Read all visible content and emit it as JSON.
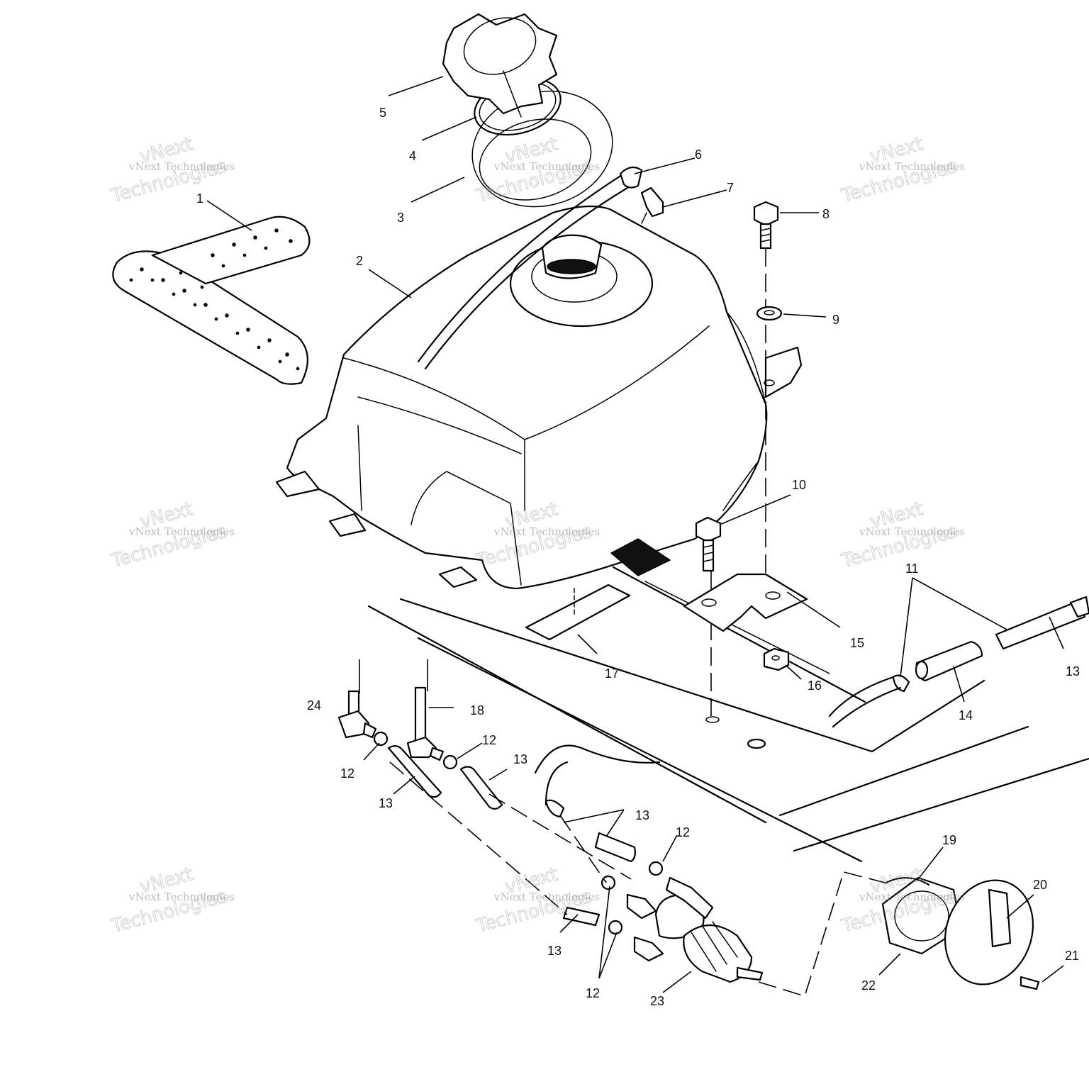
{
  "callouts": [
    {
      "id": "c1",
      "label": "1"
    },
    {
      "id": "c2",
      "label": "2"
    },
    {
      "id": "c3",
      "label": "3"
    },
    {
      "id": "c4",
      "label": "4"
    },
    {
      "id": "c5",
      "label": "5"
    },
    {
      "id": "c6",
      "label": "6"
    },
    {
      "id": "c7",
      "label": "7"
    },
    {
      "id": "c8",
      "label": "8"
    },
    {
      "id": "c9",
      "label": "9"
    },
    {
      "id": "c10",
      "label": "10"
    },
    {
      "id": "c11",
      "label": "11"
    },
    {
      "id": "c12a",
      "label": "12"
    },
    {
      "id": "c12b",
      "label": "12"
    },
    {
      "id": "c12c",
      "label": "12"
    },
    {
      "id": "c12d",
      "label": "12"
    },
    {
      "id": "c13a",
      "label": "13"
    },
    {
      "id": "c13b",
      "label": "13"
    },
    {
      "id": "c13c",
      "label": "13"
    },
    {
      "id": "c13d",
      "label": "13"
    },
    {
      "id": "c13e",
      "label": "13"
    },
    {
      "id": "c14",
      "label": "14"
    },
    {
      "id": "c15",
      "label": "15"
    },
    {
      "id": "c16",
      "label": "16"
    },
    {
      "id": "c17",
      "label": "17"
    },
    {
      "id": "c18",
      "label": "18"
    },
    {
      "id": "c19",
      "label": "19"
    },
    {
      "id": "c20",
      "label": "20"
    },
    {
      "id": "c21",
      "label": "21"
    },
    {
      "id": "c22",
      "label": "22"
    },
    {
      "id": "c23",
      "label": "23"
    },
    {
      "id": "c24",
      "label": "24"
    }
  ],
  "watermark": {
    "line1": "vNext",
    "line2": "vNext Technologies",
    "line3": "Technologies"
  }
}
